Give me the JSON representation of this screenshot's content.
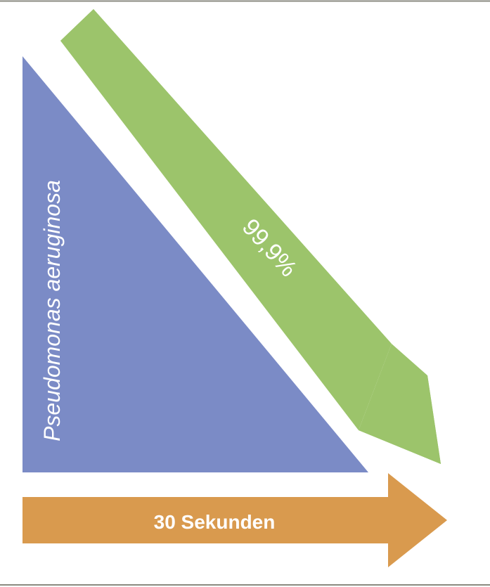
{
  "diagram": {
    "triangle_label": "Pseudomonas aeruginosa",
    "reduction_label": "99,9%",
    "time_label": "30 Sekunden"
  },
  "colors": {
    "frame": "#8a8a80",
    "triangle": "#7b8bc6",
    "reduction_arrow": "#9cc46b",
    "time_arrow": "#d99a4e",
    "text": "#ffffff"
  }
}
